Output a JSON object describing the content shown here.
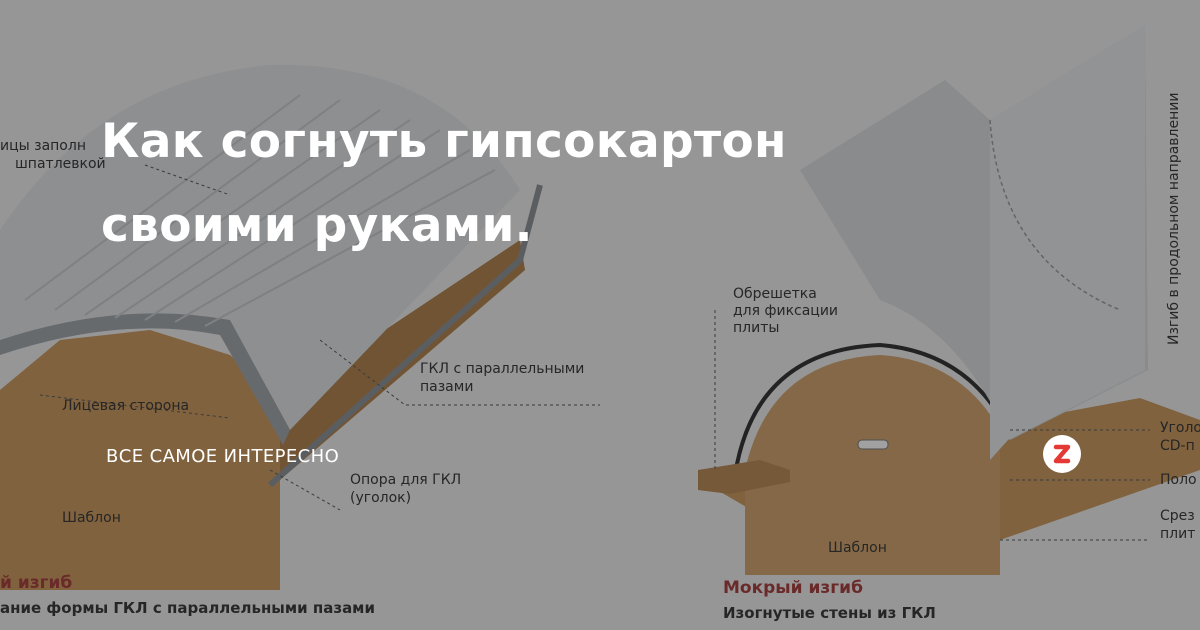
{
  "headline": {
    "line1": "Как согнуть гипсокартон",
    "line2": "своими руками."
  },
  "channel": {
    "name": "ВСЕ САМОЕ ИНТЕРЕСНО"
  },
  "logo": {
    "icon": "zen-logo-icon",
    "color": "#e53935"
  },
  "diagram": {
    "left": {
      "label_putty": [
        "ицы заполн",
        "шпатлевкой"
      ],
      "label_gkl": [
        "ГКЛ с параллельными",
        "пазами"
      ],
      "label_face": "Лицевая сторона",
      "label_support": [
        "Опора для ГКЛ",
        "(уголок)"
      ],
      "label_template": "Шаблон",
      "title": "й изгиб",
      "subtitle": "ание формы ГКЛ с параллельными пазами"
    },
    "right": {
      "label_lathing": [
        "Обрешетка",
        "для фиксации",
        "плиты"
      ],
      "label_template": "Шаблон",
      "label_vertical": "Изгиб в продольном направлении",
      "label_corner": [
        "Уголо",
        "CD-п"
      ],
      "label_strip": "Поло",
      "label_cut": [
        "Срез",
        "плит"
      ],
      "title": "Мокрый изгиб",
      "subtitle": "Изогнутые стены из ГКЛ"
    },
    "colors": {
      "template": "#c8965a",
      "board": "#dfe1e3",
      "paper": "#eeeeee",
      "accent": "#a33a38"
    }
  }
}
